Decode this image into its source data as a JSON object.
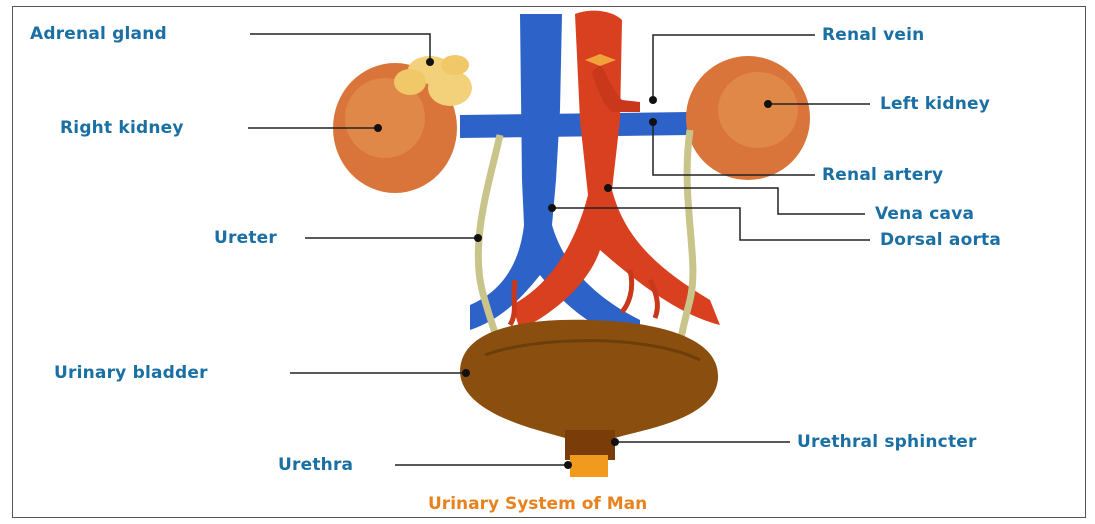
{
  "labels": {
    "adrenal_gland": "Adrenal gland",
    "right_kidney": "Right kidney",
    "ureter": "Ureter",
    "urinary_bladder": "Urinary bladder",
    "urethra": "Urethra",
    "renal_vein": "Renal vein",
    "left_kidney": "Left kidney",
    "renal_artery": "Renal artery",
    "vena_cava": "Vena cava",
    "dorsal_aorta": "Dorsal aorta",
    "urethral_sphincter": "Urethral sphincter"
  },
  "caption": "Urinary System of Man",
  "colors": {
    "label_text": "#1a6fa3",
    "caption_text": "#e8821e",
    "vein_blue": "#2d63c8",
    "artery_red": "#d9401f",
    "kidney": "#d9753a",
    "adrenal": "#f2d17a",
    "ureter": "#c9c48a",
    "bladder": "#8a4f0f",
    "urethra": "#f29a1e"
  }
}
